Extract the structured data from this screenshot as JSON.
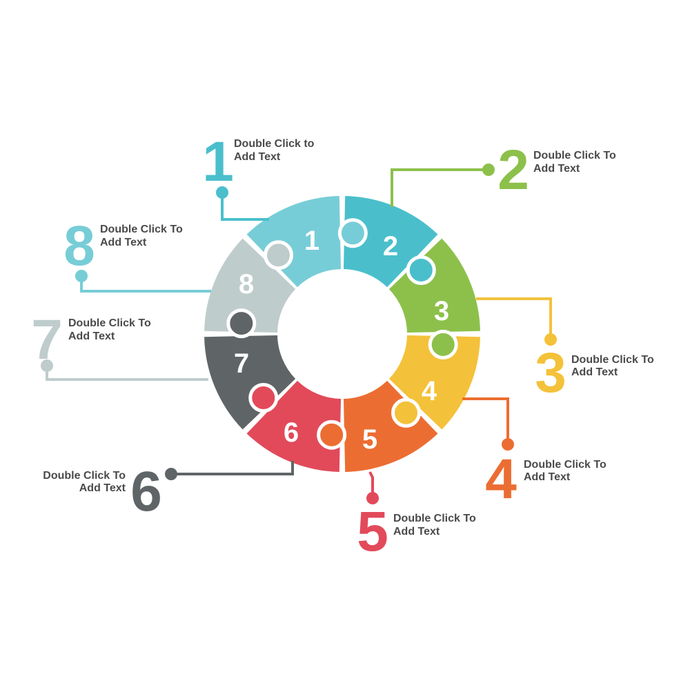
{
  "segments": [
    {
      "number": "1",
      "color": "#4ABFCB",
      "text_line1": "Double Click to",
      "text_line2": "Add Text"
    },
    {
      "number": "2",
      "color": "#8DC04B",
      "text_line1": "Double Click To",
      "text_line2": "Add Text"
    },
    {
      "number": "3",
      "color": "#F4C13A",
      "text_line1": "Double Click To",
      "text_line2": "Add Text"
    },
    {
      "number": "4",
      "color": "#EC6D32",
      "text_line1": "Double Click To",
      "text_line2": "Add Text"
    },
    {
      "number": "5",
      "color": "#E24A5A",
      "text_line1": "Double Click To",
      "text_line2": "Add Text"
    },
    {
      "number": "6",
      "color": "#5F6566",
      "text_line1": "Double Click To",
      "text_line2": "Add Text"
    },
    {
      "number": "7",
      "color": "#BFCCCC",
      "text_line1": "Double Click To",
      "text_line2": "Add Text"
    },
    {
      "number": "8",
      "color": "#77CDD7",
      "text_line1": "Double Click To",
      "text_line2": "Add Text"
    }
  ]
}
